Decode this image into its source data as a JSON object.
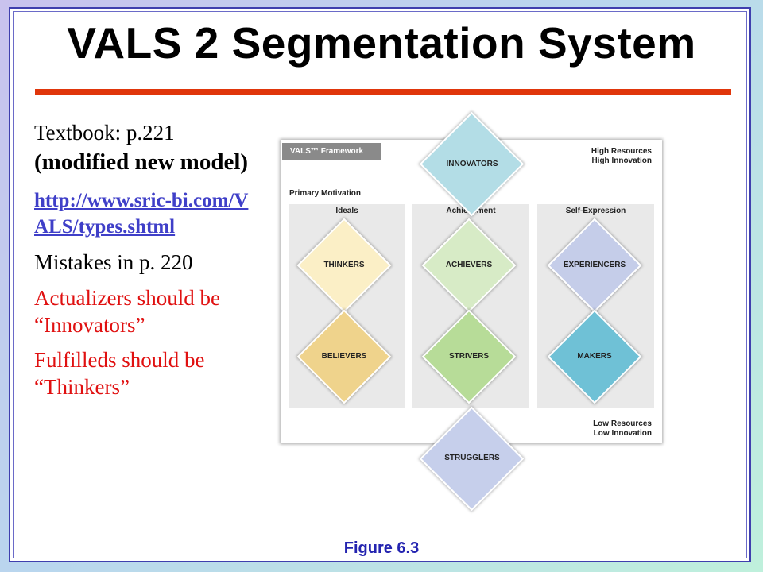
{
  "slide": {
    "title": "VALS 2 Segmentation System",
    "textbook_ref": "Textbook: p.221",
    "modified_note": "(modified new model)",
    "link": "http://www.sric-bi.com/VALS/types.shtml",
    "mistakes": "Mistakes in p. 220",
    "correction_1_line1": "Actualizers should be",
    "correction_1_line2": "“Innovators”",
    "correction_2_line1": "Fulfilleds should be",
    "correction_2_line2": "“Thinkers”",
    "figure_caption": "Figure 6.3"
  },
  "vals": {
    "framework_label": "VALS™ Framework",
    "high_resources": "High Resources",
    "high_innovation": "High Innovation",
    "low_resources": "Low Resources",
    "low_innovation": "Low Innovation",
    "primary_motivation": "Primary Motivation",
    "columns": [
      "Ideals",
      "Achievement",
      "Self-Expression"
    ],
    "segments": {
      "innovators": "INNOVATORS",
      "thinkers": "THINKERS",
      "achievers": "ACHIEVERS",
      "experiencers": "EXPERIENCERS",
      "believers": "BELIEVERS",
      "strivers": "STRIVERS",
      "makers": "MAKERS",
      "strugglers": "STRUGGLERS"
    },
    "colors": {
      "innovators": "#b3dde6",
      "thinkers": "#fbefc6",
      "achievers": "#d7ebc6",
      "experiencers": "#c5cde9",
      "believers": "#efd38c",
      "strivers": "#b7dc98",
      "makers": "#6fc1d6",
      "strugglers": "#c6cfeb"
    }
  }
}
